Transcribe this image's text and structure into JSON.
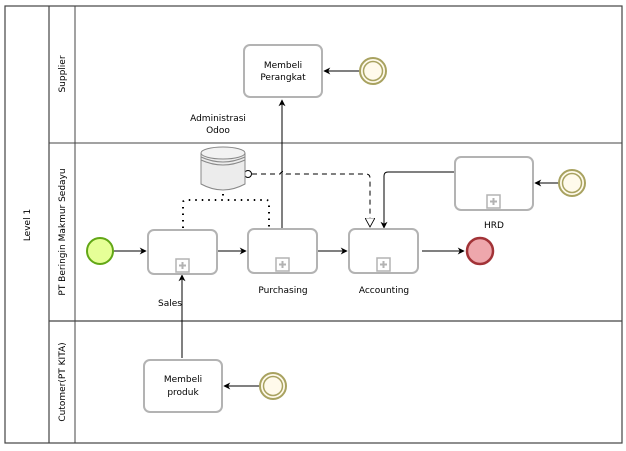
{
  "pool": {
    "label": "Level 1"
  },
  "lanes": [
    {
      "label": "Supplier"
    },
    {
      "label": "PT Beringin Makmur Sedayu"
    },
    {
      "label": "Cutomer(PT KITA)"
    }
  ],
  "tasks": {
    "membeli_perangkat": {
      "line1": "Membeli",
      "line2": "Perangkat"
    },
    "sales": {
      "label": "Sales"
    },
    "purchasing": {
      "label": "Purchasing"
    },
    "accounting": {
      "label": "Accounting"
    },
    "hrd": {
      "label": "HRD"
    },
    "membeli_produk": {
      "line1": "Membeli",
      "line2": "produk"
    }
  },
  "data_store": {
    "line1": "Administrasi",
    "line2": "Odoo"
  },
  "colors": {
    "start_fill": "#e6ff97",
    "start_stroke": "#62a716",
    "end_fill": "#eea7ac",
    "end_stroke": "#a23337",
    "intermediate_fill": "#fffaeb",
    "intermediate_stroke": "#a8a260",
    "task_stroke": "#b3b3b3",
    "lane_stroke": "#444444"
  }
}
